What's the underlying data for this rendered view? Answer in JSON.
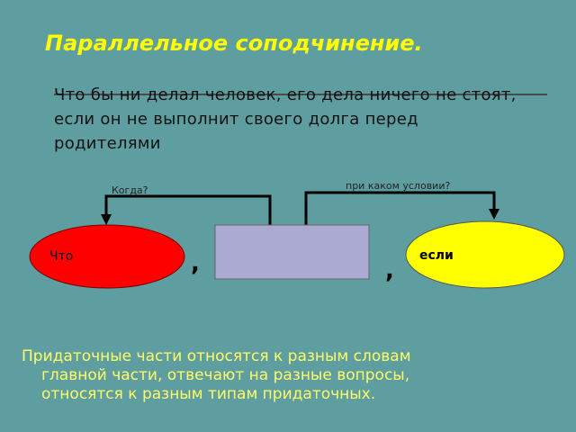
{
  "title": "Параллельное соподчинение.",
  "sentence": "Что бы ни делал человек, его дела ничего не стоят, если он не выполнит своего долга перед родителями",
  "diagram": {
    "left_question": "Когда?",
    "right_question": "при каком условии?",
    "left_node": "Что",
    "right_node": "если",
    "main_clause": "",
    "comma_left": ",",
    "comma_right": ","
  },
  "colors": {
    "background": "#5f9ea0",
    "title": "#ffff00",
    "left_node": "#ff0000",
    "right_node": "#ffff00",
    "main_box": "#aaaad2",
    "footer_text": "#ffff66"
  },
  "footer": {
    "line1": "Придаточные части относятся к разным словам",
    "line2": "главной части, отвечают на разные вопросы,",
    "line3": "относятся к разным типам придаточных."
  }
}
